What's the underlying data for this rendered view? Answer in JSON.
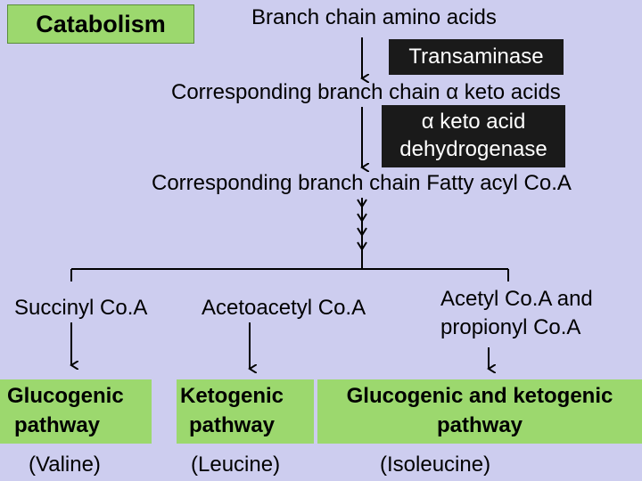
{
  "title": "Catabolism",
  "steps": {
    "start": "Branch chain amino acids",
    "enzyme1": "Transaminase",
    "keto_acids": "Corresponding branch chain α keto acids",
    "enzyme2_line1": "α keto acid",
    "enzyme2_line2": "dehydrogenase",
    "fatty_acyl": "Corresponding branch chain Fatty acyl Co.A"
  },
  "products": {
    "succinyl": "Succinyl Co.A",
    "acetoacetyl": "Acetoacetyl Co.A",
    "acetyl_line1": "Acetyl Co.A and",
    "acetyl_line2": "propionyl Co.A"
  },
  "pathways": {
    "glucogenic_line1": "Glucogenic",
    "glucogenic_line2": "pathway",
    "ketogenic_line1": "Ketogenic",
    "ketogenic_line2": "pathway",
    "both_line1": "Glucogenic and ketogenic",
    "both_line2": "pathway"
  },
  "amino_acids": {
    "valine": "(Valine)",
    "leucine": "(Leucine)",
    "isoleucine": "(Isoleucine)"
  },
  "colors": {
    "background": "#cdcdef",
    "green_box": "#9cd86e",
    "enzyme_box": "#1a1a1a"
  }
}
